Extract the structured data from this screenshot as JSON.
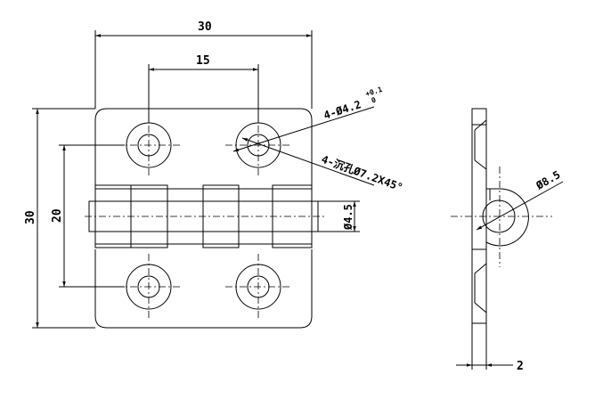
{
  "dimensions": {
    "overall_width": "30",
    "hole_spacing": "15",
    "overall_height": "30",
    "hole_vertical_spacing": "20",
    "pin_diameter": "Ø4.5",
    "knuckle_diameter": "Ø8.5",
    "thickness": "2"
  },
  "callouts": {
    "through_hole": "4-Ø4.2",
    "tolerance_upper": "+0.1",
    "tolerance_lower": "0",
    "countersink": "4-沉孔Ø7.2X45°"
  }
}
